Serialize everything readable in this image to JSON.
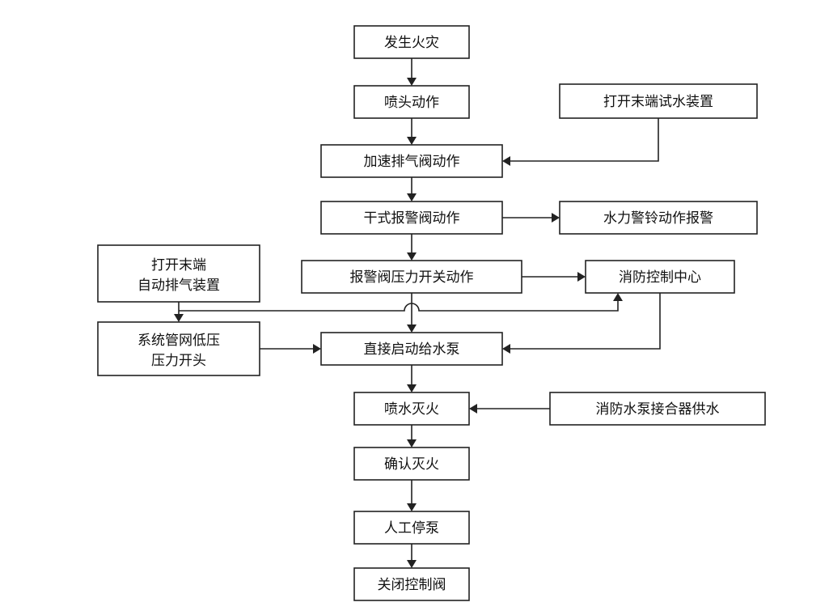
{
  "nodes": {
    "fire": {
      "label": "发生火灾"
    },
    "sprinkler": {
      "label": "喷头动作"
    },
    "accel": {
      "label": "加速排气阀动作"
    },
    "dryalarm": {
      "label": "干式报警阀动作"
    },
    "pswitch": {
      "label": "报警阀压力开关动作"
    },
    "pump": {
      "label": "直接启动给水泵"
    },
    "spray": {
      "label": "喷水灭火"
    },
    "confirm": {
      "label": "确认灭火"
    },
    "stop": {
      "label": "人工停泵"
    },
    "close": {
      "label": "关闭控制阀"
    },
    "endtest": {
      "label": "打开末端试水装置"
    },
    "bell": {
      "label": "水力警铃动作报警"
    },
    "control": {
      "label": "消防控制中心"
    },
    "endexhaust": {
      "lines": [
        "打开末端",
        "自动排气装置"
      ]
    },
    "lowpressure": {
      "lines": [
        "系统管网低压",
        "压力开头"
      ]
    },
    "connector": {
      "label": "消防水泵接合器供水"
    }
  }
}
